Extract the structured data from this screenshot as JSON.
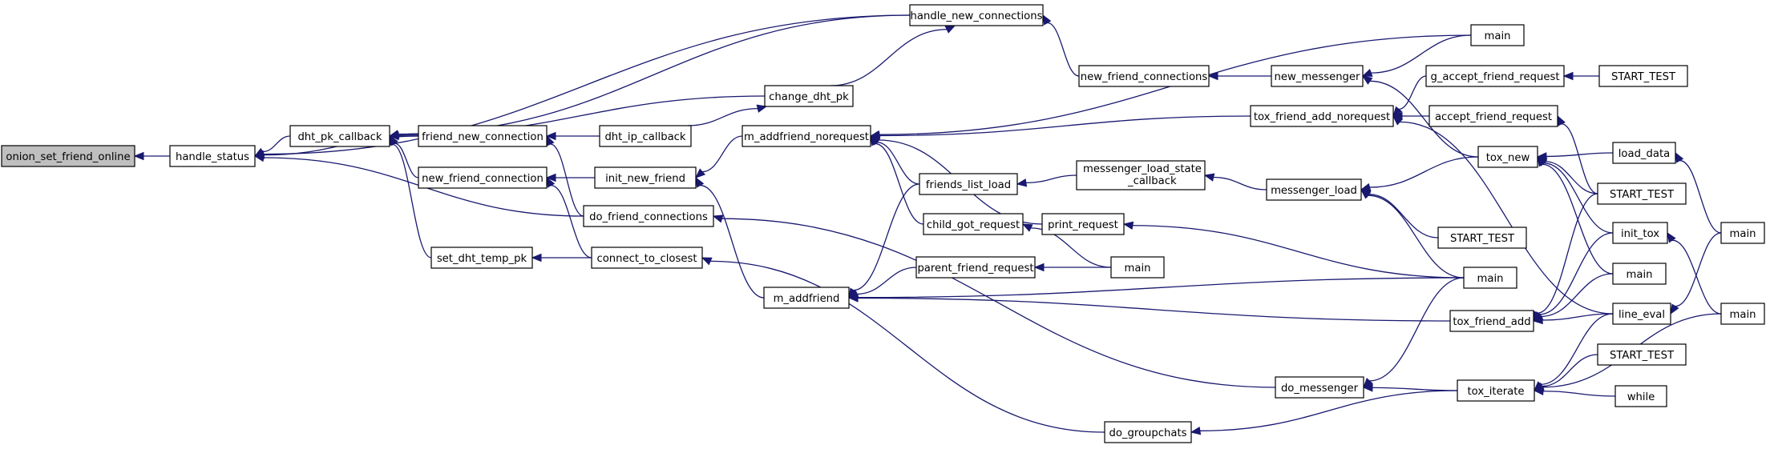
{
  "colors": {
    "edge": "#191970",
    "node_fill": "#ffffff",
    "root_fill": "#bfbfbf",
    "node_stroke": "#000000"
  },
  "nodes": [
    {
      "id": "onion_set_friend_online",
      "lines": [
        "onion_set_friend_online"
      ],
      "root": true
    },
    {
      "id": "handle_status",
      "lines": [
        "handle_status"
      ]
    },
    {
      "id": "dht_pk_callback",
      "lines": [
        "dht_pk_callback"
      ]
    },
    {
      "id": "friend_new_connection",
      "lines": [
        "friend_new_connection"
      ]
    },
    {
      "id": "new_friend_connection",
      "lines": [
        "new_friend_connection"
      ]
    },
    {
      "id": "set_dht_temp_pk",
      "lines": [
        "set_dht_temp_pk"
      ]
    },
    {
      "id": "handle_new_connections",
      "lines": [
        "handle_new_connections"
      ]
    },
    {
      "id": "change_dht_pk",
      "lines": [
        "change_dht_pk"
      ]
    },
    {
      "id": "dht_ip_callback",
      "lines": [
        "dht_ip_callback"
      ]
    },
    {
      "id": "init_new_friend",
      "lines": [
        "init_new_friend"
      ]
    },
    {
      "id": "do_friend_connections",
      "lines": [
        "do_friend_connections"
      ]
    },
    {
      "id": "connect_to_closest",
      "lines": [
        "connect_to_closest"
      ]
    },
    {
      "id": "m_addfriend_norequest",
      "lines": [
        "m_addfriend_norequest"
      ]
    },
    {
      "id": "m_addfriend",
      "lines": [
        "m_addfriend"
      ]
    },
    {
      "id": "new_friend_connections",
      "lines": [
        "new_friend_connections"
      ]
    },
    {
      "id": "friends_list_load",
      "lines": [
        "friends_list_load"
      ]
    },
    {
      "id": "child_got_request",
      "lines": [
        "child_got_request"
      ]
    },
    {
      "id": "parent_friend_request",
      "lines": [
        "parent_friend_request"
      ]
    },
    {
      "id": "main_child",
      "lines": [
        "main"
      ]
    },
    {
      "id": "do_groupchats",
      "lines": [
        "do_groupchats"
      ]
    },
    {
      "id": "new_messenger",
      "lines": [
        "new_messenger"
      ]
    },
    {
      "id": "messenger_load_state_callback",
      "lines": [
        "messenger_load_state",
        "_callback"
      ]
    },
    {
      "id": "print_request",
      "lines": [
        "print_request"
      ]
    },
    {
      "id": "do_messenger",
      "lines": [
        "do_messenger"
      ]
    },
    {
      "id": "tox_friend_add_norequest",
      "lines": [
        "tox_friend_add_norequest"
      ]
    },
    {
      "id": "messenger_load",
      "lines": [
        "messenger_load"
      ]
    },
    {
      "id": "main_top",
      "lines": [
        "main"
      ]
    },
    {
      "id": "start_test_b",
      "lines": [
        "START_TEST"
      ]
    },
    {
      "id": "main_mid",
      "lines": [
        "main"
      ]
    },
    {
      "id": "tox_friend_add",
      "lines": [
        "tox_friend_add"
      ]
    },
    {
      "id": "tox_iterate",
      "lines": [
        "tox_iterate"
      ]
    },
    {
      "id": "g_accept_friend_request",
      "lines": [
        "g_accept_friend_request"
      ]
    },
    {
      "id": "accept_friend_request",
      "lines": [
        "accept_friend_request"
      ]
    },
    {
      "id": "tox_new",
      "lines": [
        "tox_new"
      ]
    },
    {
      "id": "start_test_a",
      "lines": [
        "START_TEST"
      ]
    },
    {
      "id": "start_test_c",
      "lines": [
        "START_TEST"
      ]
    },
    {
      "id": "init_tox",
      "lines": [
        "init_tox"
      ]
    },
    {
      "id": "main_c",
      "lines": [
        "main"
      ]
    },
    {
      "id": "line_eval",
      "lines": [
        "line_eval"
      ]
    },
    {
      "id": "start_test_d",
      "lines": [
        "START_TEST"
      ]
    },
    {
      "id": "while",
      "lines": [
        "while"
      ]
    },
    {
      "id": "load_data",
      "lines": [
        "load_data"
      ]
    },
    {
      "id": "main_load",
      "lines": [
        "main"
      ]
    },
    {
      "id": "main_init",
      "lines": [
        "main"
      ]
    }
  ],
  "edges": [
    {
      "from": "handle_status",
      "to": "onion_set_friend_online"
    },
    {
      "from": "dht_pk_callback",
      "to": "handle_status"
    },
    {
      "from": "friend_new_connection",
      "to": "handle_status"
    },
    {
      "from": "handle_new_connections",
      "to": "handle_status"
    },
    {
      "from": "do_friend_connections",
      "to": "handle_status"
    },
    {
      "from": "friend_new_connection",
      "to": "dht_pk_callback"
    },
    {
      "from": "new_friend_connection",
      "to": "dht_pk_callback"
    },
    {
      "from": "set_dht_temp_pk",
      "to": "dht_pk_callback"
    },
    {
      "from": "change_dht_pk",
      "to": "dht_pk_callback"
    },
    {
      "from": "handle_new_connections",
      "to": "dht_pk_callback"
    },
    {
      "from": "dht_ip_callback",
      "to": "friend_new_connection"
    },
    {
      "from": "do_friend_connections",
      "to": "friend_new_connection"
    },
    {
      "from": "init_new_friend",
      "to": "new_friend_connection"
    },
    {
      "from": "connect_to_closest",
      "to": "new_friend_connection"
    },
    {
      "from": "connect_to_closest",
      "to": "set_dht_temp_pk"
    },
    {
      "from": "dht_ip_callback",
      "to": "change_dht_pk"
    },
    {
      "from": "change_dht_pk",
      "to": "handle_new_connections"
    },
    {
      "from": "new_friend_connections",
      "to": "handle_new_connections"
    },
    {
      "from": "m_addfriend_norequest",
      "to": "init_new_friend"
    },
    {
      "from": "m_addfriend",
      "to": "init_new_friend"
    },
    {
      "from": "do_messenger",
      "to": "do_friend_connections"
    },
    {
      "from": "do_groupchats",
      "to": "connect_to_closest"
    },
    {
      "from": "friends_list_load",
      "to": "m_addfriend_norequest"
    },
    {
      "from": "child_got_request",
      "to": "m_addfriend_norequest"
    },
    {
      "from": "print_request",
      "to": "m_addfriend_norequest"
    },
    {
      "from": "tox_friend_add_norequest",
      "to": "m_addfriend_norequest"
    },
    {
      "from": "main_top",
      "to": "m_addfriend_norequest"
    },
    {
      "from": "friends_list_load",
      "to": "m_addfriend"
    },
    {
      "from": "parent_friend_request",
      "to": "m_addfriend"
    },
    {
      "from": "main_mid",
      "to": "m_addfriend"
    },
    {
      "from": "tox_friend_add",
      "to": "m_addfriend"
    },
    {
      "from": "new_messenger",
      "to": "new_friend_connections"
    },
    {
      "from": "messenger_load_state_callback",
      "to": "friends_list_load"
    },
    {
      "from": "main_child",
      "to": "child_got_request"
    },
    {
      "from": "main_child",
      "to": "parent_friend_request"
    },
    {
      "from": "tox_iterate",
      "to": "do_groupchats"
    },
    {
      "from": "main_top",
      "to": "new_messenger"
    },
    {
      "from": "tox_new",
      "to": "new_messenger"
    },
    {
      "from": "messenger_load",
      "to": "messenger_load_state_callback"
    },
    {
      "from": "main_mid",
      "to": "print_request"
    },
    {
      "from": "main_mid",
      "to": "do_messenger"
    },
    {
      "from": "tox_iterate",
      "to": "do_messenger"
    },
    {
      "from": "g_accept_friend_request",
      "to": "tox_friend_add_norequest"
    },
    {
      "from": "accept_friend_request",
      "to": "tox_friend_add_norequest"
    },
    {
      "from": "line_eval",
      "to": "tox_friend_add_norequest"
    },
    {
      "from": "tox_new",
      "to": "messenger_load"
    },
    {
      "from": "start_test_b",
      "to": "messenger_load"
    },
    {
      "from": "main_mid",
      "to": "messenger_load"
    },
    {
      "from": "main_c",
      "to": "tox_friend_add"
    },
    {
      "from": "init_tox",
      "to": "tox_friend_add"
    },
    {
      "from": "line_eval",
      "to": "tox_friend_add"
    },
    {
      "from": "start_test_a",
      "to": "tox_friend_add"
    },
    {
      "from": "line_eval",
      "to": "tox_iterate"
    },
    {
      "from": "start_test_d",
      "to": "tox_iterate"
    },
    {
      "from": "while",
      "to": "tox_iterate"
    },
    {
      "from": "main_init",
      "to": "tox_iterate"
    },
    {
      "from": "start_test_c",
      "to": "g_accept_friend_request"
    },
    {
      "from": "start_test_a",
      "to": "accept_friend_request"
    },
    {
      "from": "load_data",
      "to": "tox_new"
    },
    {
      "from": "start_test_a",
      "to": "tox_new"
    },
    {
      "from": "init_tox",
      "to": "tox_new"
    },
    {
      "from": "main_c",
      "to": "tox_new"
    },
    {
      "from": "main_init",
      "to": "init_tox"
    },
    {
      "from": "main_load",
      "to": "line_eval"
    },
    {
      "from": "main_load",
      "to": "load_data"
    }
  ]
}
